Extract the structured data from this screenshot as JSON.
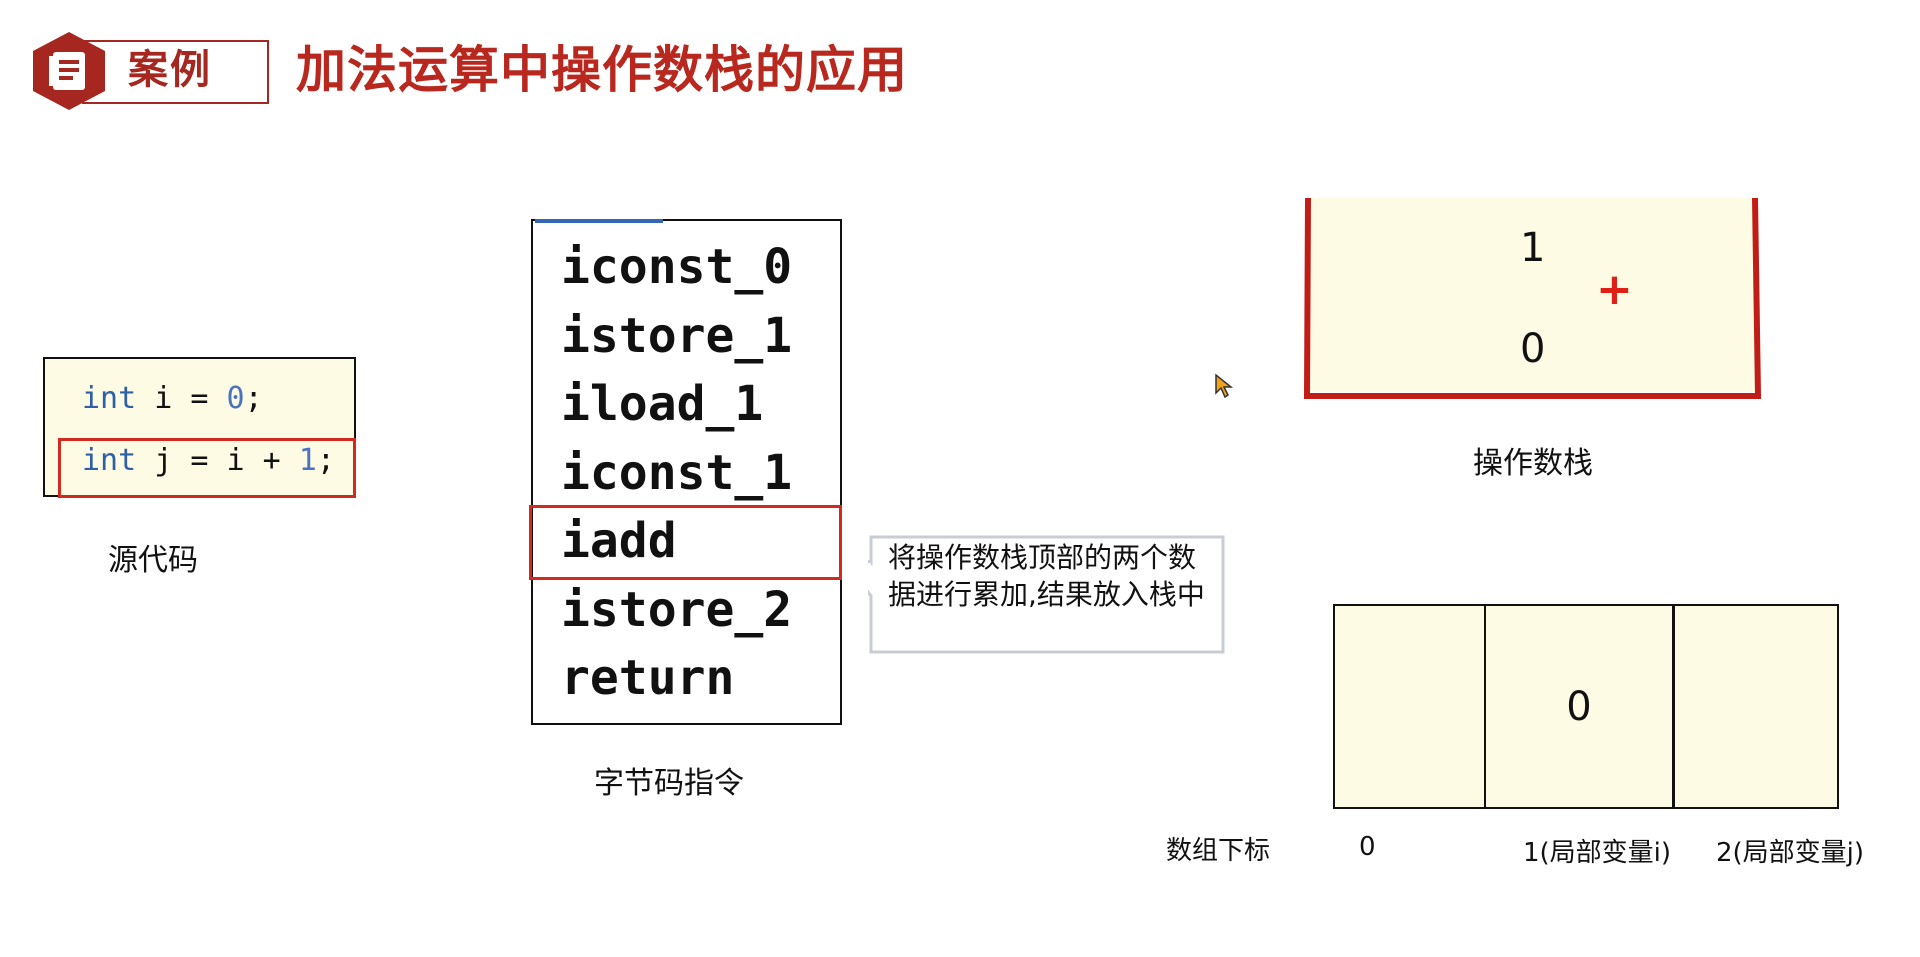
{
  "header": {
    "badge_label": "案例",
    "title": "加法运算中操作数栈的应用"
  },
  "source_code": {
    "caption": "源代码",
    "lines": [
      {
        "keyword": "int",
        "pre": " i = ",
        "number": "0",
        "post": ";"
      },
      {
        "keyword": "int",
        "pre": " j = i + ",
        "number": "1",
        "post": ";"
      }
    ]
  },
  "bytecode": {
    "caption": "字节码指令",
    "instructions": [
      "iconst_0",
      "istore_1",
      "iload_1",
      "iconst_1",
      "iadd",
      "istore_2",
      "return"
    ],
    "highlighted_index": 4
  },
  "callout": {
    "text": "将操作数栈顶部的两个数据进行累加,结果放入栈中"
  },
  "operand_stack": {
    "caption": "操作数栈",
    "values": [
      "1",
      "0"
    ],
    "operator": "+"
  },
  "local_variables": {
    "index_caption": "数组下标",
    "cells": [
      "",
      "0",
      ""
    ],
    "index_labels": [
      "0",
      "1(局部变量i)",
      "2(局部变量j)"
    ]
  },
  "colors": {
    "accent_red": "#b8281f",
    "highlight_red": "#d22a21",
    "cell_fill": "#fdfbe4",
    "keyword_blue": "#2f5fa6"
  }
}
